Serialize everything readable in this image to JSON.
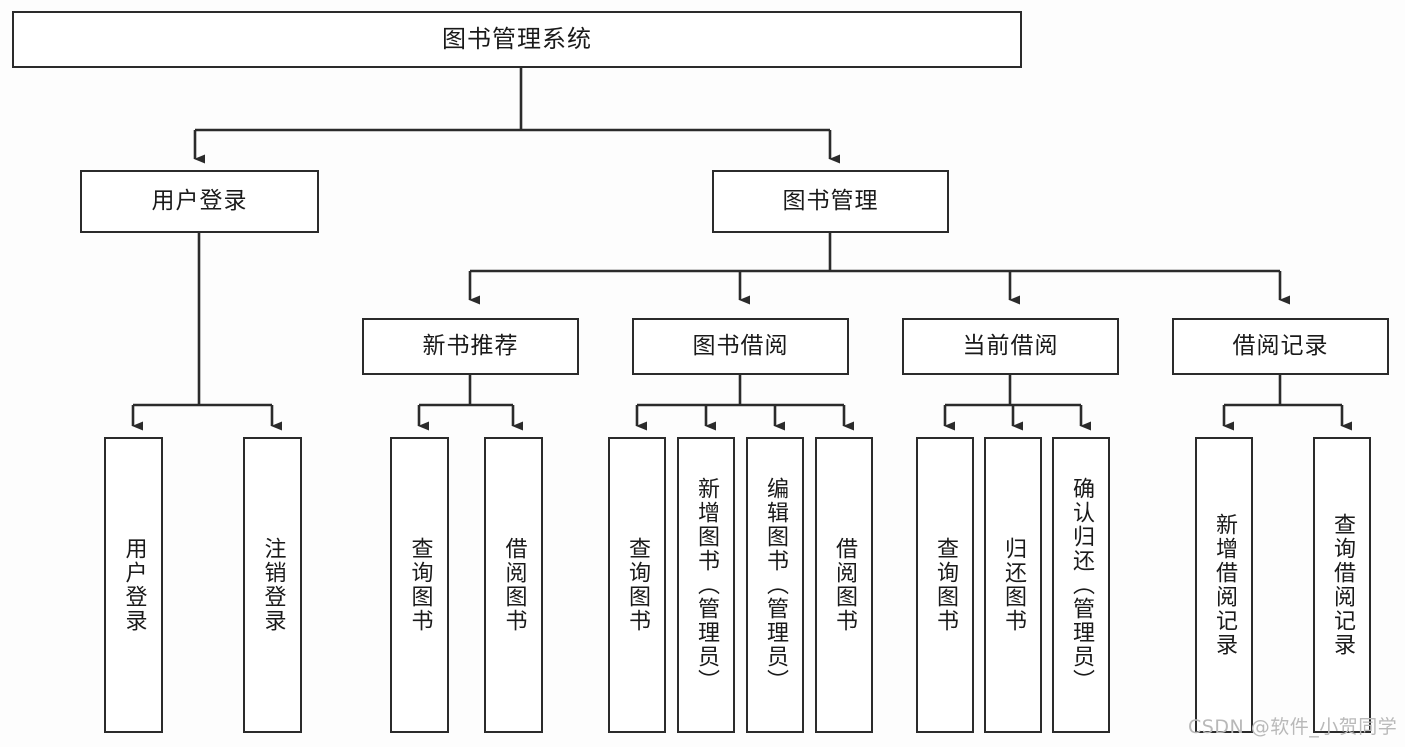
{
  "diagram": {
    "title": "图书管理系统",
    "type": "tree",
    "colors": {
      "box_border": "#2b2b2b",
      "box_fill": "#ffffff",
      "connector": "#2b2b2b",
      "background": "#fdfdfd",
      "watermark": "#b9b9b9"
    },
    "root": {
      "label": "图书管理系统"
    },
    "level2": [
      {
        "label": "用户登录"
      },
      {
        "label": "图书管理"
      }
    ],
    "level3": [
      {
        "label": "新书推荐"
      },
      {
        "label": "图书借阅"
      },
      {
        "label": "当前借阅"
      },
      {
        "label": "借阅记录"
      }
    ],
    "leaves": {
      "user_login": [
        {
          "label": "用户登录"
        },
        {
          "label": "注销登录"
        }
      ],
      "new_book_recommend": [
        {
          "label": "查询图书"
        },
        {
          "label": "借阅图书"
        }
      ],
      "book_borrow": [
        {
          "label": "查询图书"
        },
        {
          "label": "新增图书（管理员）"
        },
        {
          "label": "编辑图书（管理员）"
        },
        {
          "label": "借阅图书"
        }
      ],
      "current_borrow": [
        {
          "label": "查询图书"
        },
        {
          "label": "归还图书"
        },
        {
          "label": "确认归还（管理员）"
        }
      ],
      "borrow_record": [
        {
          "label": "新增借阅记录"
        },
        {
          "label": "查询借阅记录"
        }
      ]
    },
    "watermark": "CSDN @软件_小贺同学"
  }
}
